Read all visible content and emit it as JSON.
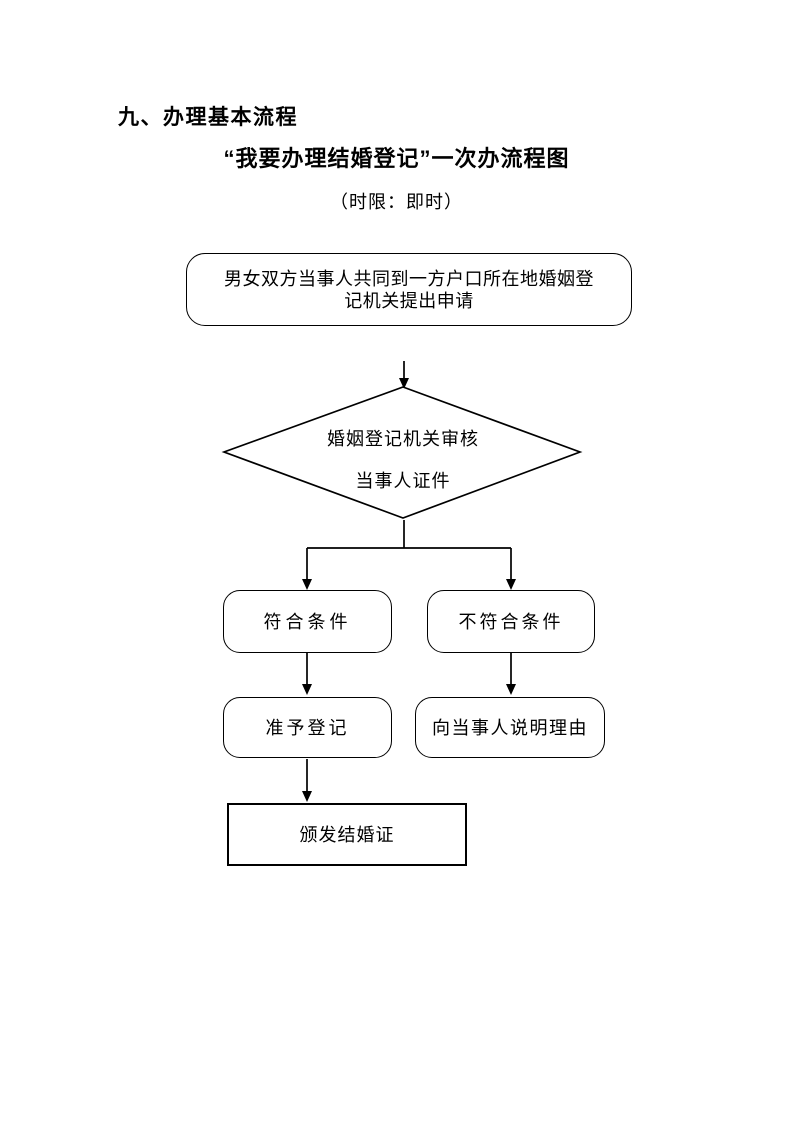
{
  "page": {
    "section_heading": "九、办理基本流程",
    "flowchart_title": "“我要办理结婚登记”一次办流程图",
    "time_limit_note": "（时限：即时）"
  },
  "flowchart": {
    "start_label": "男女双方当事人共同到一方户口所在地婚姻登\n记机关提出申请",
    "decision_line1": "婚姻登记机关审核",
    "decision_line2": "当事人证件",
    "eligible_label": "符合条件",
    "not_eligible_label": "不符合条件",
    "register_label": "准予登记",
    "explain_label": "向当事人说明理由",
    "issue_label": "颁发结婚证"
  },
  "colors": {
    "ink": "#000000",
    "background": "#ffffff"
  }
}
